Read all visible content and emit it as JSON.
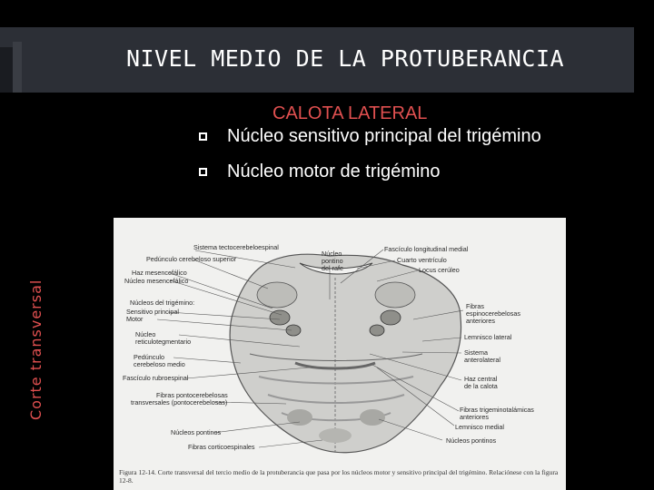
{
  "slide": {
    "title": "NIVEL MEDIO DE LA PROTUBERANCIA",
    "subtitle": "CALOTA LATERAL",
    "bullets": [
      "Núcleo  sensitivo principal del trigémino",
      "Núcleo motor de trigémino"
    ],
    "side_label": "Corte transversal"
  },
  "colors": {
    "background": "#000000",
    "title_bar": "#2c2f36",
    "accent": "#e05050",
    "text": "#ffffff"
  },
  "figure": {
    "labels_left": [
      "Sistema tectocerebeloespinal",
      "Pedúnculo cerebeloso superior",
      "Haz mesencefálico",
      "Núcleo mesencefálico",
      "Núcleos del trigémino:",
      "Sensitivo principal",
      "Motor",
      "Núcleo",
      "reticulotegmentario",
      "Pedúnculo",
      "cerebeloso medio",
      "Fascículo rubroespinal",
      "Fibras pontocerebelosas",
      "transversales (pontocerebelosas)",
      "Núcleos pontinos",
      "Fibras corticoespinales"
    ],
    "labels_top": [
      "Núcleo",
      "pontino",
      "del rafe",
      "Fascículo longitudinal medial",
      "Cuarto ventrículo",
      "Locus cerúleo"
    ],
    "labels_right": [
      "Fibras",
      "espinocerebelosas",
      "anteriores",
      "Lemnisco lateral",
      "Sistema",
      "anterolateral",
      "Haz central",
      "de la calota",
      "Fibras trigeminotalámicas",
      "anteriores",
      "Lemnisco medial",
      "Núcleos pontinos"
    ],
    "caption": "Figura 12-14. Corte transversal del tercio medio de la protuberancia que pasa por los núcleos motor y sensitivo principal del trigémino. Relaciónese con la figura 12-8."
  }
}
